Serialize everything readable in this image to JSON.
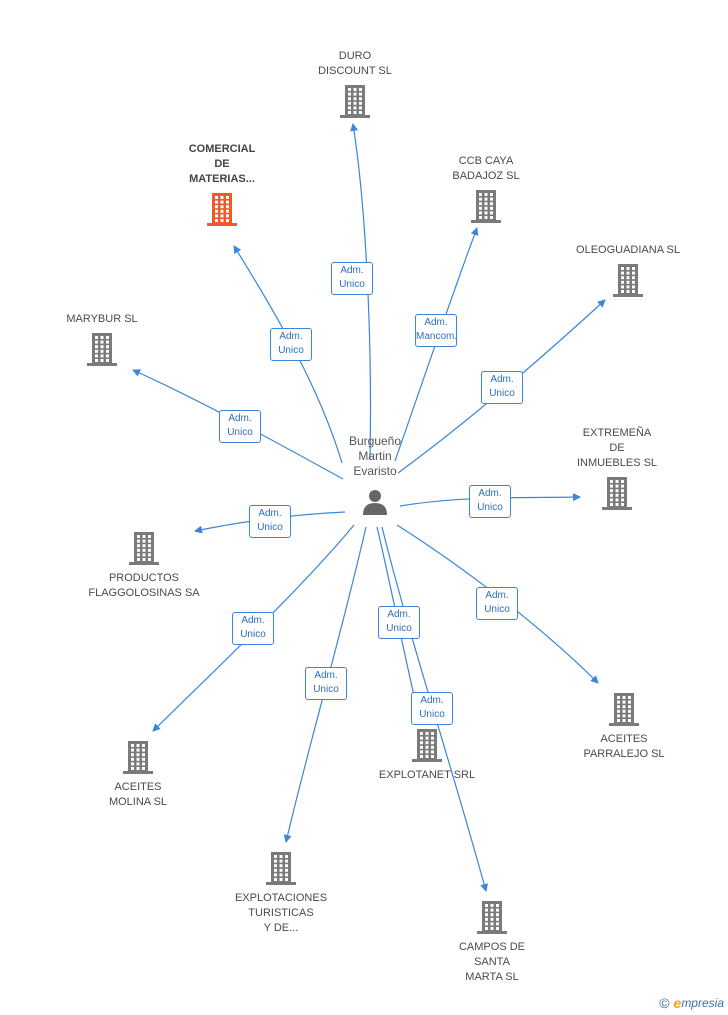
{
  "center": {
    "name": "Burgueño\nMartin\nEvaristo",
    "icon": "person-icon"
  },
  "companies": [
    {
      "id": "duro-discount-sl",
      "label": "DURO\nDISCOUNT SL",
      "color": "#7a7a7a",
      "focus": false,
      "relation": "Adm.\nUnico"
    },
    {
      "id": "ccb-caya-badajoz-sl",
      "label": "CCB CAYA\nBADAJOZ SL",
      "color": "#7a7a7a",
      "focus": false,
      "relation": "Adm.\nMancom."
    },
    {
      "id": "comercial-de-materias",
      "label": "COMERCIAL\nDE\nMATERIAS...",
      "color": "#ef5a2b",
      "focus": true,
      "relation": "Adm.\nUnico"
    },
    {
      "id": "oleoguadiana-sl",
      "label": "OLEOGUADIANA SL",
      "color": "#7a7a7a",
      "focus": false,
      "relation": "Adm.\nUnico"
    },
    {
      "id": "marybur-sl",
      "label": "MARYBUR SL",
      "color": "#7a7a7a",
      "focus": false,
      "relation": "Adm.\nUnico"
    },
    {
      "id": "extremena-de-inmuebles-sl",
      "label": "EXTREMEÑA\nDE\nINMUEBLES SL",
      "color": "#7a7a7a",
      "focus": false,
      "relation": "Adm.\nUnico"
    },
    {
      "id": "productos-flaggolosinas-sa",
      "label": "PRODUCTOS\nFLAGGOLOSINAS SA",
      "color": "#7a7a7a",
      "focus": false,
      "relation": "Adm.\nUnico"
    },
    {
      "id": "aceites-parralejo-sl",
      "label": "ACEITES\nPARRALEJO SL",
      "color": "#7a7a7a",
      "focus": false,
      "relation": "Adm.\nUnico"
    },
    {
      "id": "aceites-molina-sl",
      "label": "ACEITES\nMOLINA SL",
      "color": "#7a7a7a",
      "focus": false,
      "relation": "Adm.\nUnico"
    },
    {
      "id": "explotanet-srl",
      "label": "EXPLOTANET SRL",
      "color": "#7a7a7a",
      "focus": false,
      "relation": "Adm.\nUnico"
    },
    {
      "id": "explotaciones-turisticas",
      "label": "EXPLOTACIONES\nTURISTICAS\nY DE...",
      "color": "#7a7a7a",
      "focus": false,
      "relation": "Adm.\nUnico"
    },
    {
      "id": "campos-de-santa-marta-sl",
      "label": "CAMPOS DE\nSANTA\nMARTA SL",
      "color": "#7a7a7a",
      "focus": false,
      "relation": "Adm.\nUnico"
    }
  ],
  "colors": {
    "edge": "#3b86d8",
    "company": "#7a7a7a",
    "focus_company": "#ef5a2b",
    "person": "#666666"
  },
  "footer": {
    "copyright": "©",
    "brand_initial": "e",
    "brand_rest": "mpresia"
  }
}
